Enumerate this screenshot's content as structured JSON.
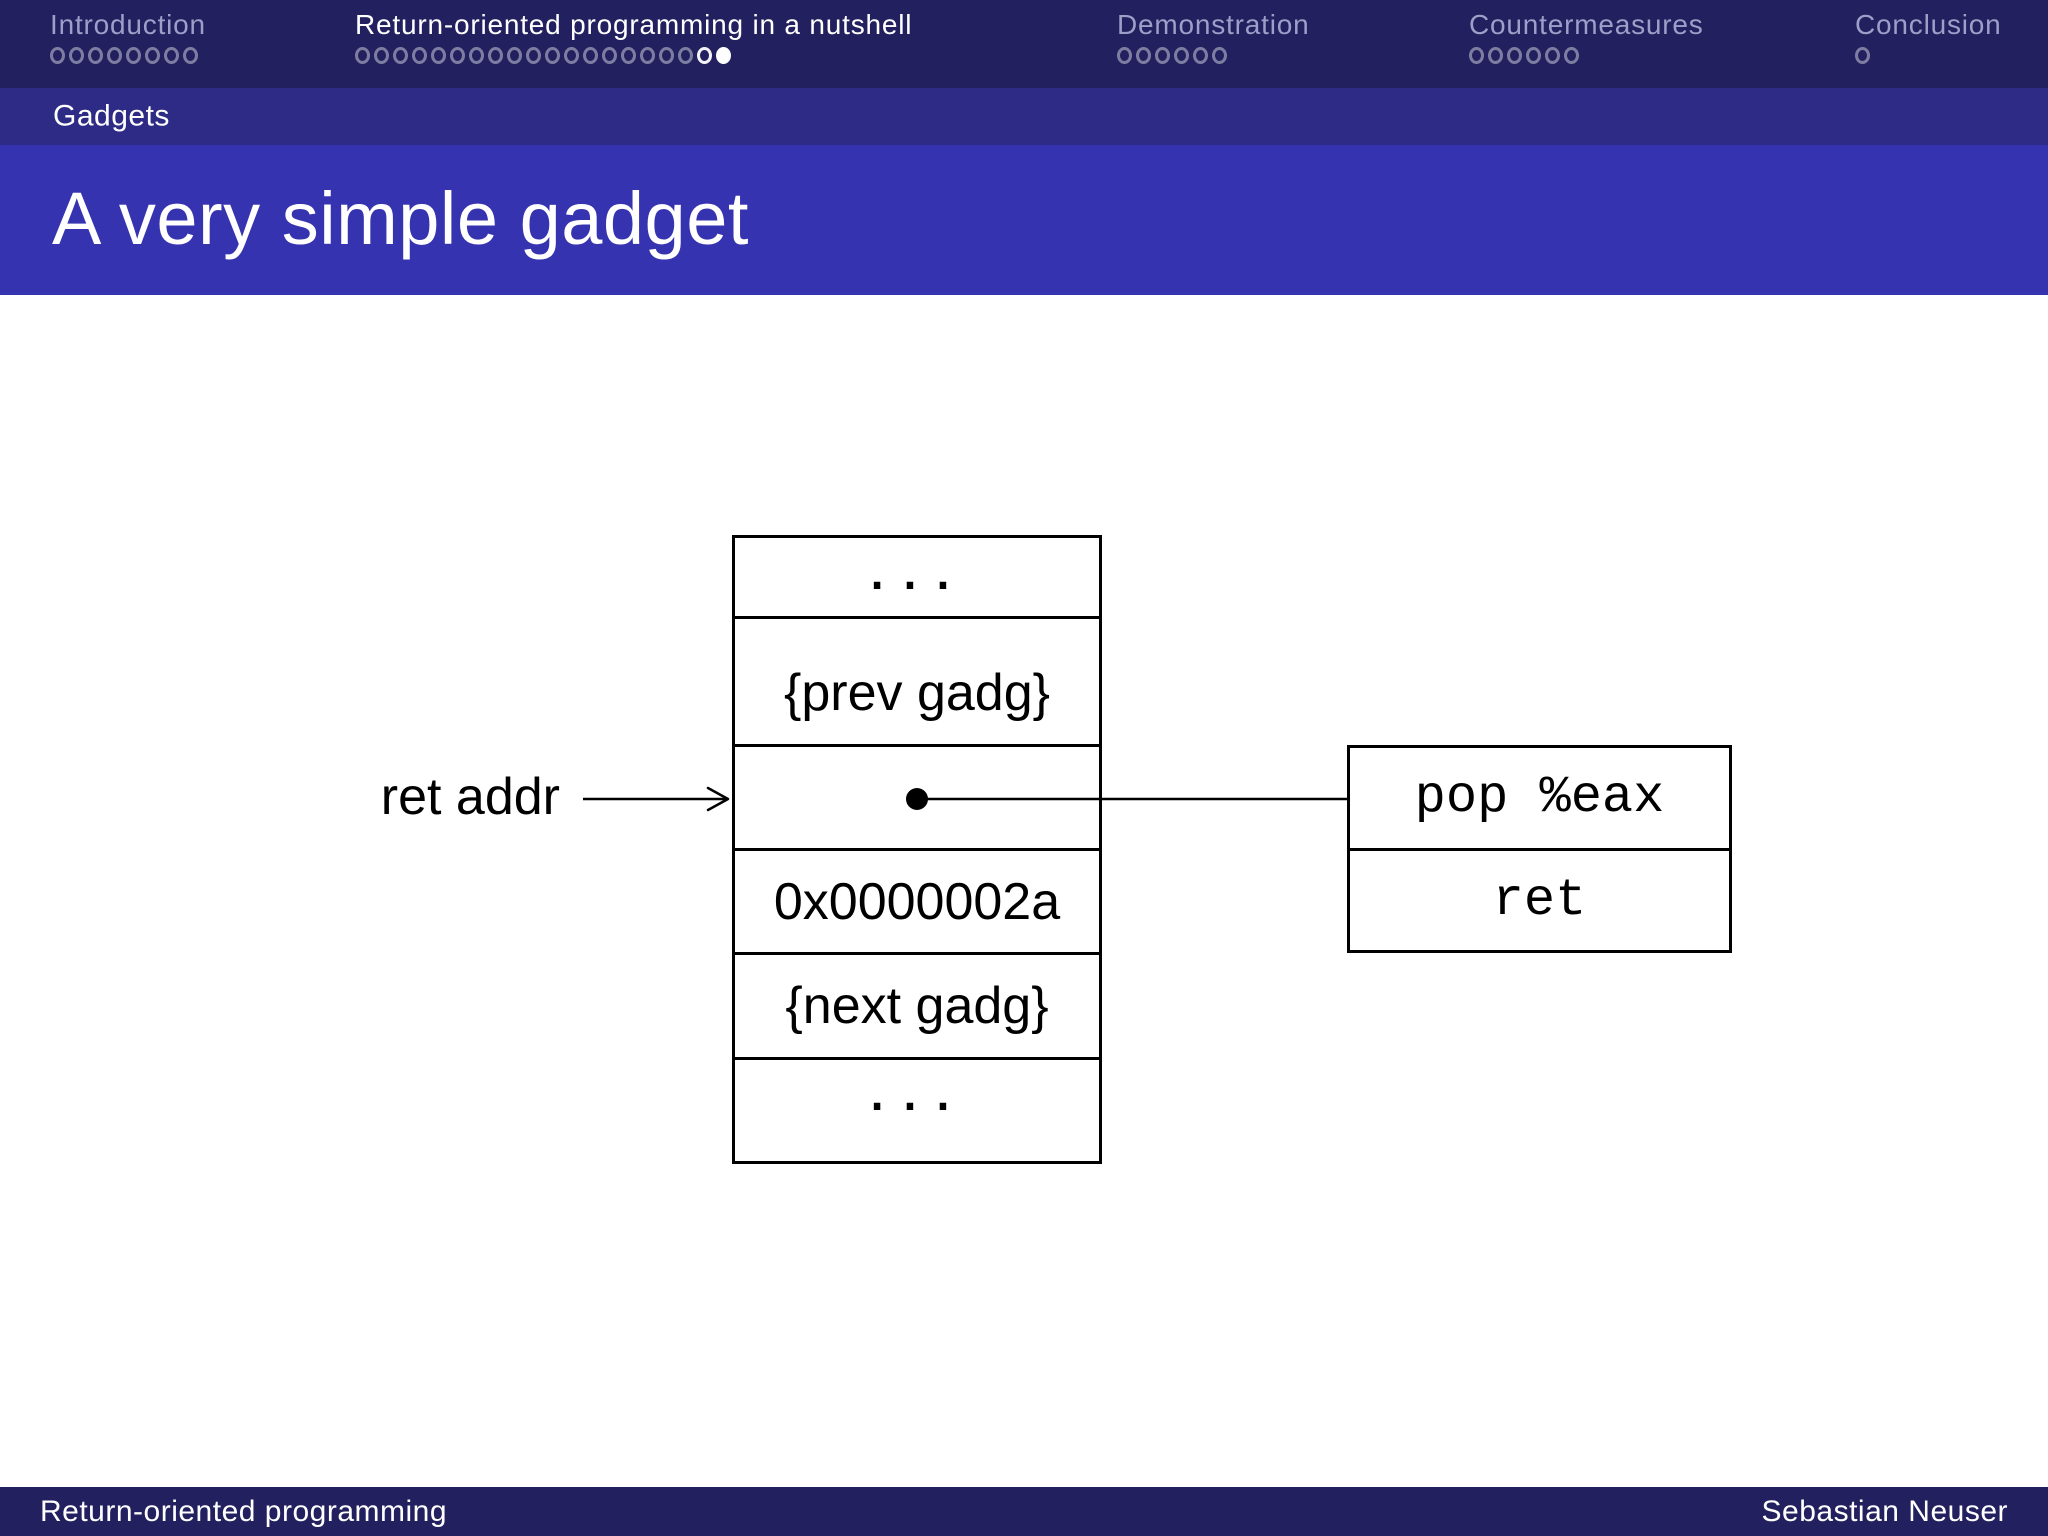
{
  "header": {
    "sections": [
      {
        "label": "Introduction",
        "active": false,
        "dots_total": 8,
        "current_dot": -1,
        "highlight_dot": -1
      },
      {
        "label": "Return-oriented programming in a nutshell",
        "active": true,
        "dots_total": 20,
        "current_dot": 19,
        "highlight_dot": 18
      },
      {
        "label": "Demonstration",
        "active": false,
        "dots_total": 6,
        "current_dot": -1,
        "highlight_dot": -1
      },
      {
        "label": "Countermeasures",
        "active": false,
        "dots_total": 6,
        "current_dot": -1,
        "highlight_dot": -1
      },
      {
        "label": "Conclusion",
        "active": false,
        "dots_total": 1,
        "current_dot": -1,
        "highlight_dot": -1
      }
    ],
    "subsection": "Gadgets"
  },
  "slide": {
    "title": "A very simple gadget"
  },
  "diagram": {
    "pointer_label": "ret addr",
    "stack_cells": [
      "...",
      "{prev gadg}",
      "",
      "0x0000002a",
      "{next gadg}",
      "..."
    ],
    "gadget_rows": [
      "pop %eax",
      "ret"
    ]
  },
  "footer": {
    "left": "Return-oriented programming",
    "right": "Sebastian Neuser"
  },
  "colors": {
    "navbar": "#22205e",
    "subsection_bar": "#2d2b85",
    "title_band": "#3633b0",
    "footer_bar": "#22205e",
    "dim_text": "#9e9ec8",
    "active_text": "#ffffff",
    "diagram_ink": "#000000"
  }
}
